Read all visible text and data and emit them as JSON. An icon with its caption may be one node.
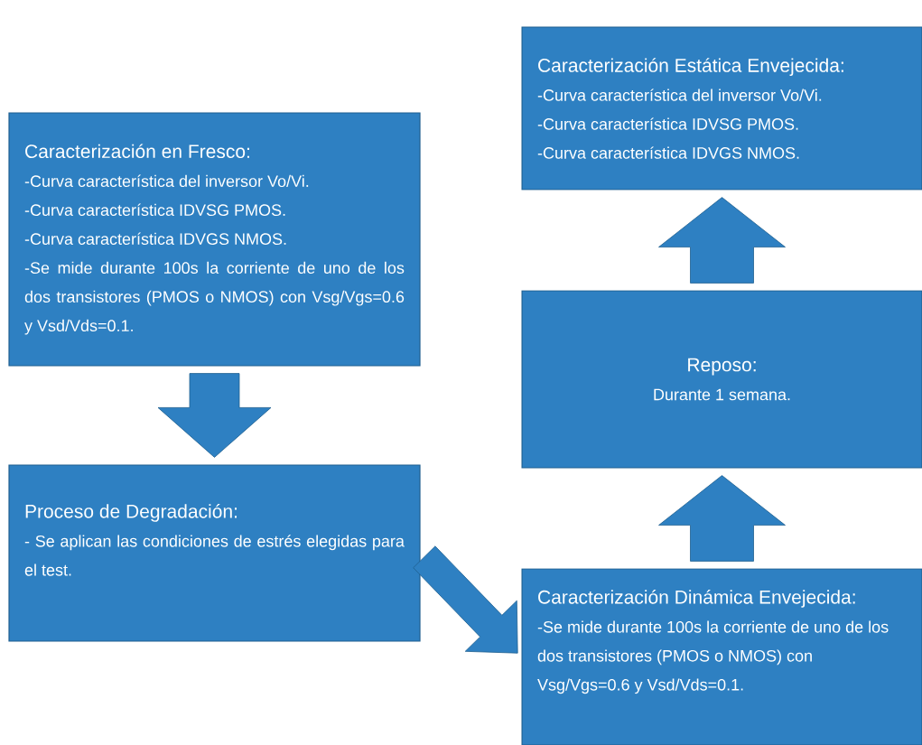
{
  "diagram": {
    "nodes": [
      {
        "text": [
          "Caracterización en Fresco:",
          "-Curva característica del inversor Vo/Vi.",
          "-Curva característica IDVSG PMOS.",
          "-Curva característica IDVGS NMOS.",
          "-Se mide durante 100s la corriente de uno de los dos transistores (PMOS o NMOS) con Vsg/Vgs=0.6 y Vsd/Vds=0.1."
        ]
      },
      {
        "text": [
          "Proceso de Degradación:",
          "- Se aplican las condiciones de estrés elegidas para el test."
        ]
      },
      {
        "text": [
          "Caracterización  Dinámica Envejecida:",
          "-Se mide durante 100s la corriente de uno de los dos transistores (PMOS o NMOS) con Vsg/Vgs=0.6 y Vsd/Vds=0.1."
        ]
      },
      {
        "text": [
          "Reposo:",
          "Durante 1 semana."
        ]
      },
      {
        "text": [
          "Caracterización  Estática Envejecida:",
          "-Curva característica del inversor Vo/Vi.",
          "-Curva característica IDVSG PMOS.",
          "-Curva característica IDVGS NMOS."
        ]
      }
    ],
    "edges": [
      {
        "from": 0,
        "to": 1,
        "arrow": "to"
      },
      {
        "from": 1,
        "to": 2,
        "arrow": "to"
      },
      {
        "from": 2,
        "to": 3,
        "arrow": "to"
      },
      {
        "from": 3,
        "to": 4,
        "arrow": "to"
      }
    ]
  }
}
